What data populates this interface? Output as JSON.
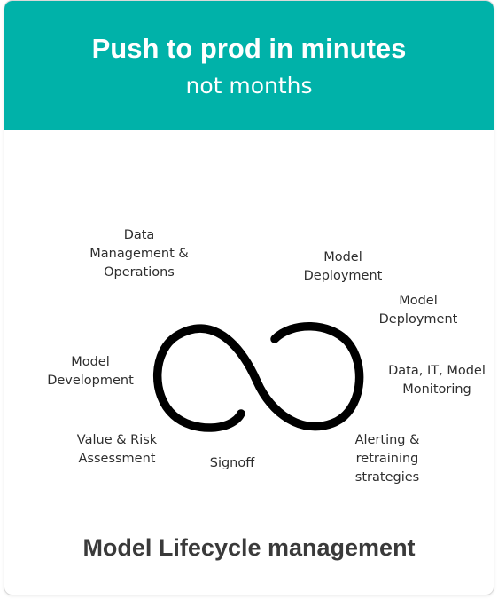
{
  "header": {
    "title": "Push to prod in minutes",
    "subtitle": "not months",
    "background_color": "#00b2a9"
  },
  "diagram": {
    "stages": {
      "data_management": "Data\nManagement &\nOperations",
      "model_deployment_1": "Model\nDeployment",
      "model_deployment_2": "Model\nDeployment",
      "model_development": "Model\nDevelopment",
      "monitoring": "Data, IT, Model\nMonitoring",
      "value_risk": "Value & Risk\nAssessment",
      "signoff": "Signoff",
      "alerting": "Alerting &\nretraining\nstrategies"
    },
    "loop_icon": "infinity-loop-icon",
    "loop_color": "#000000"
  },
  "footer": {
    "title": "Model Lifecycle management"
  }
}
